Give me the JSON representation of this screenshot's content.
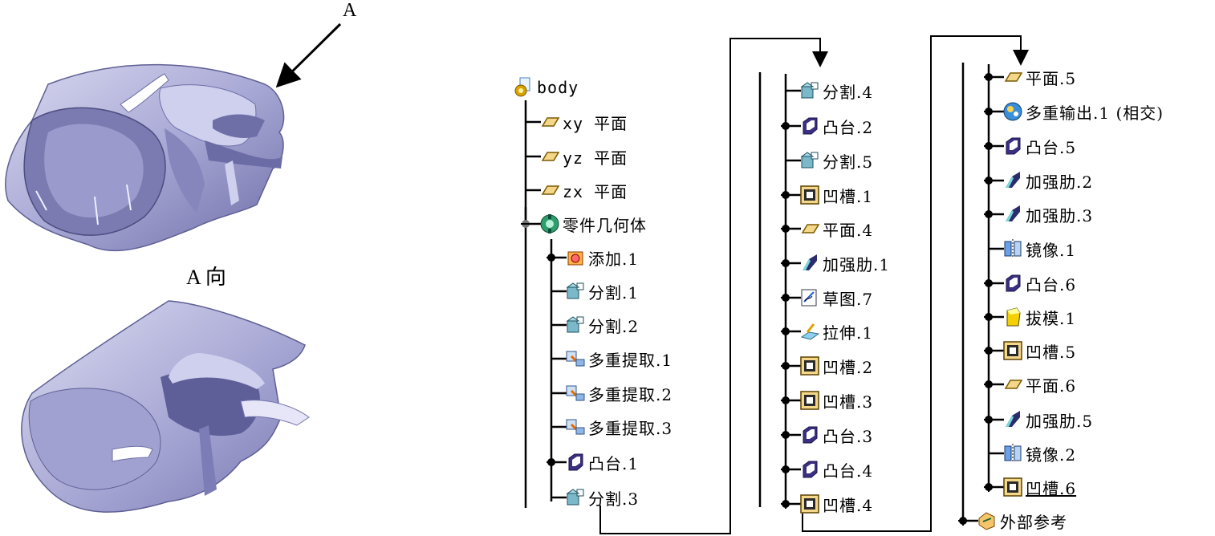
{
  "view_labels": {
    "arrow_label": "A",
    "caption": "A 向"
  },
  "tree": {
    "root": "body",
    "col1": [
      {
        "label": "xy 平面",
        "icon": "plane-icon"
      },
      {
        "label": "yz 平面",
        "icon": "plane-icon"
      },
      {
        "label": "zx 平面",
        "icon": "plane-icon"
      },
      {
        "label": "零件几何体",
        "icon": "part-body-icon"
      },
      {
        "label": "添加.1",
        "icon": "add-icon"
      },
      {
        "label": "分割.1",
        "icon": "split-icon"
      },
      {
        "label": "分割.2",
        "icon": "split-icon"
      },
      {
        "label": "多重提取.1",
        "icon": "multi-extract-icon"
      },
      {
        "label": "多重提取.2",
        "icon": "multi-extract-icon"
      },
      {
        "label": "多重提取.3",
        "icon": "multi-extract-icon"
      },
      {
        "label": "凸台.1",
        "icon": "pad-icon"
      },
      {
        "label": "分割.3",
        "icon": "split-icon"
      }
    ],
    "col2": [
      {
        "label": "分割.4",
        "icon": "split-icon"
      },
      {
        "label": "凸台.2",
        "icon": "pad-icon"
      },
      {
        "label": "分割.5",
        "icon": "split-icon"
      },
      {
        "label": "凹槽.1",
        "icon": "pocket-icon"
      },
      {
        "label": "平面.4",
        "icon": "plane-icon"
      },
      {
        "label": "加强肋.1",
        "icon": "rib-icon"
      },
      {
        "label": "草图.7",
        "icon": "sketch-icon"
      },
      {
        "label": "拉伸.1",
        "icon": "extrude-icon"
      },
      {
        "label": "凹槽.2",
        "icon": "pocket-icon"
      },
      {
        "label": "凹槽.3",
        "icon": "pocket-icon"
      },
      {
        "label": "凸台.3",
        "icon": "pad-icon"
      },
      {
        "label": "凸台.4",
        "icon": "pad-icon"
      },
      {
        "label": "凹槽.4",
        "icon": "pocket-icon"
      }
    ],
    "col3": [
      {
        "label": "平面.5",
        "icon": "plane-icon"
      },
      {
        "label": "多重输出.1 (相交)",
        "icon": "multi-output-icon"
      },
      {
        "label": "凸台.5",
        "icon": "pad-icon"
      },
      {
        "label": "加强肋.2",
        "icon": "rib-icon"
      },
      {
        "label": "加强肋.3",
        "icon": "rib-icon"
      },
      {
        "label": "镜像.1",
        "icon": "mirror-icon"
      },
      {
        "label": "凸台.6",
        "icon": "pad-icon"
      },
      {
        "label": "拔模.1",
        "icon": "draft-icon"
      },
      {
        "label": "凹槽.5",
        "icon": "pocket-icon"
      },
      {
        "label": "平面.6",
        "icon": "plane-icon"
      },
      {
        "label": "加强肋.5",
        "icon": "rib-icon"
      },
      {
        "label": "镜像.2",
        "icon": "mirror-icon"
      },
      {
        "label": "凹槽.6",
        "icon": "pocket-icon"
      },
      {
        "label": "外部参考",
        "icon": "external-ref-icon"
      }
    ]
  },
  "colors": {
    "model_fill": "#b9b9e0",
    "model_dark": "#5f5f95",
    "plane_fill": "#f5d78a",
    "pad_fill": "#3a2f80"
  }
}
